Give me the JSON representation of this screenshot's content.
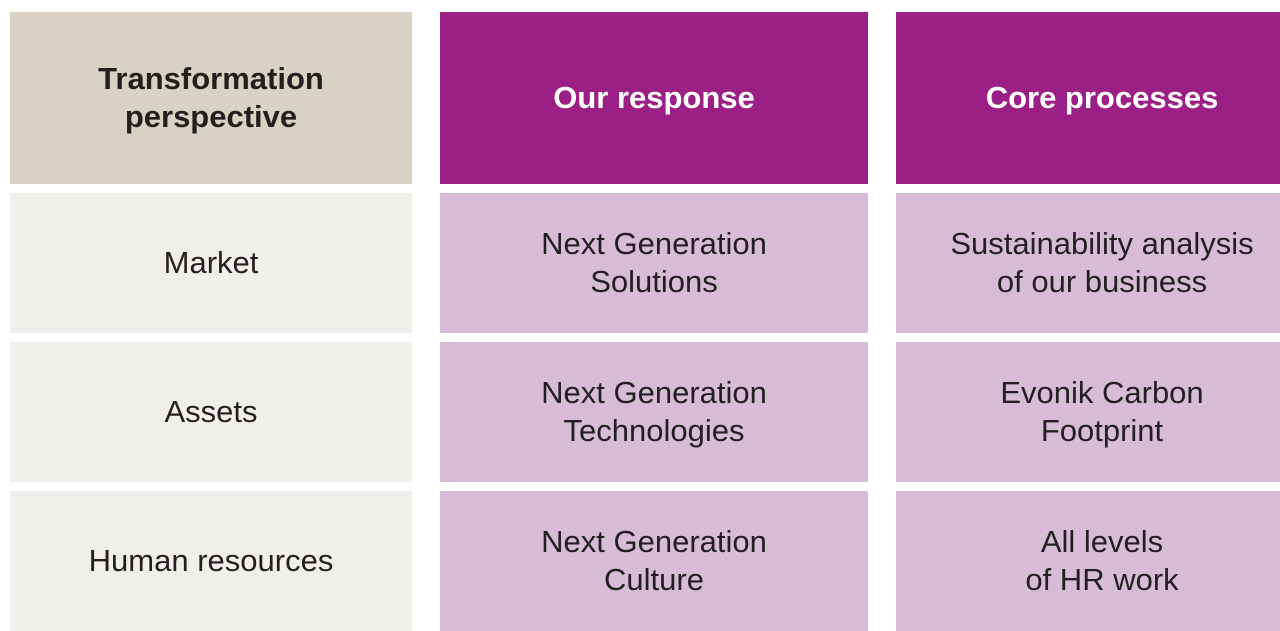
{
  "table": {
    "columns": [
      {
        "header": "Transformation perspective",
        "style": "neutral"
      },
      {
        "header": "Our response",
        "style": "accent"
      },
      {
        "header": "Core processes",
        "style": "accent"
      }
    ],
    "rows": [
      {
        "perspective": "Market",
        "response_line1": "Next Generation",
        "response_line2": "Solutions",
        "process_line1": "Sustainability analysis",
        "process_line2": "of our business"
      },
      {
        "perspective": "Assets",
        "response_line1": "Next Generation",
        "response_line2": "Technologies",
        "process_line1": "Evonik Carbon",
        "process_line2": "Footprint"
      },
      {
        "perspective": "Human resources",
        "response_line1": "Next Generation",
        "response_line2": "Culture",
        "process_line1": "All levels",
        "process_line2": "of HR work"
      }
    ]
  },
  "colors": {
    "header_neutral_bg": "#d8d2c4",
    "header_accent_bg": "#9c1f86",
    "body_neutral_bg": "#f1efeb",
    "body_accent_bg": "#d8bcd7",
    "text_dark": "#231f20",
    "text_light": "#ffffff"
  }
}
